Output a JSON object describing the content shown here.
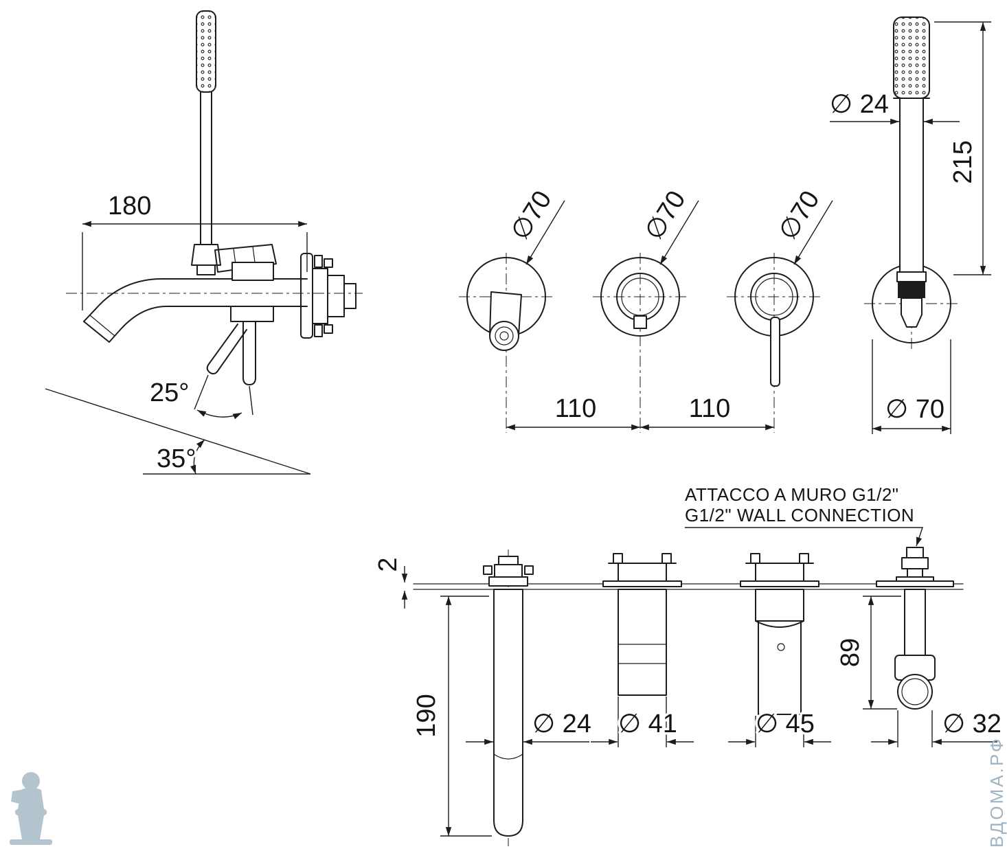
{
  "drawing": {
    "type": "technical dimensional drawing",
    "line_color": "#1c1c1c",
    "watermark_color": "#9db5c6"
  },
  "side_view": {
    "dim_spout_length": "180",
    "dim_lever_angle": "25°",
    "dim_spout_angle": "35°"
  },
  "front_view": {
    "dim_escutcheon_1": "∅70",
    "dim_escutcheon_2": "∅70",
    "dim_escutcheon_3": "∅70",
    "dim_spacing_1": "110",
    "dim_spacing_2": "110",
    "dim_handshower_diameter": "∅ 24",
    "dim_handshower_height": "215",
    "dim_holder_escutcheon": "∅ 70"
  },
  "plan_view": {
    "dim_plate_thickness": "2",
    "dim_spout_projection": "190",
    "dim_spout_diameter": "∅ 24",
    "dim_valve1_diameter": "∅ 41",
    "dim_valve2_diameter": "∅ 45",
    "dim_holder_projection": "89",
    "dim_holder_diameter": "∅ 32",
    "note_line1": "ATTACCO A MURO G1/2\"",
    "note_line2": "G1/2\" WALL CONNECTION"
  },
  "watermark": {
    "site": "ВДОМА.РФ"
  }
}
